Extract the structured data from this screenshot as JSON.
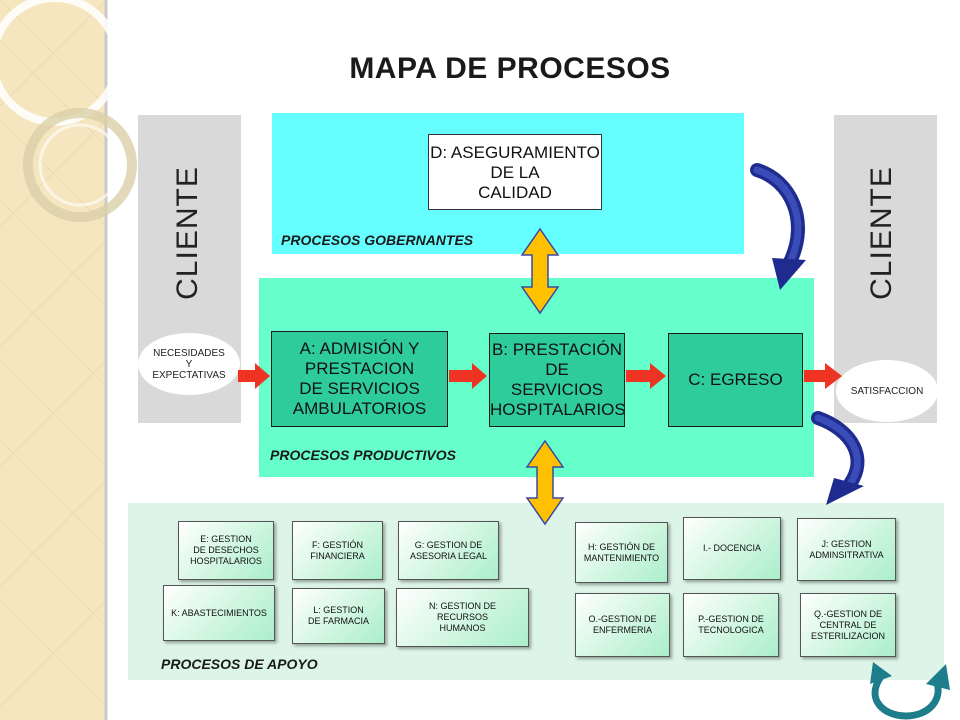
{
  "title": "MAPA DE PROCESOS",
  "client_left": "CLIENTE",
  "client_right": "CLIENTE",
  "gobernantes": {
    "label": "PROCESOS GOBERNANTES",
    "d_box": [
      "D: ASEGURAMIENTO",
      "DE LA",
      "CALIDAD"
    ]
  },
  "productivos": {
    "label": "PROCESOS PRODUCTIVOS",
    "a_box": [
      "A:   ADMISIÓN  Y",
      "PRESTACION",
      "DE SERVICIOS",
      "AMBULATORIOS"
    ],
    "b_box": [
      "B:  PRESTACIÓN",
      "DE",
      "SERVICIOS",
      "HOSPITALARIOS"
    ],
    "c_box": "C: EGRESO"
  },
  "necesidades": [
    "NECESIDADES",
    "Y",
    "EXPECTATIVAS"
  ],
  "satisfaccion": "SATISFACCION",
  "apoyo": {
    "label": "PROCESOS DE APOYO",
    "e": [
      "E: GESTION",
      "DE  DESECHOS",
      "HOSPITALARIOS"
    ],
    "f": [
      "F: GESTIÓN",
      "FINANCIERA"
    ],
    "g": [
      "G: GESTION DE",
      "ASESORIA LEGAL"
    ],
    "h": [
      "H: GESTIÓN DE",
      "MANTENIMIENTO"
    ],
    "i": "I.- DOCENCIA",
    "j": [
      "J: GESTION",
      "ADMINSITRATIVA"
    ],
    "k": "K: ABASTECIMIENTOS",
    "l": [
      "L: GESTION",
      "DE FARMACIA"
    ],
    "n": [
      "N: GESTION DE",
      "RECURSOS",
      "HUMANOS"
    ],
    "o": [
      "O.-GESTION DE",
      "ENFERMERIA"
    ],
    "p": [
      "P.-GESTION DE",
      "TECNOLOGICA"
    ],
    "q": [
      "Q.-GESTION DE",
      "CENTRAL DE",
      "ESTERILIZACION"
    ]
  },
  "colors": {
    "gobernantes_bg": "#66ffff",
    "productivos_bg": "#66ffcc",
    "apoyo_bg": "#ddf5e8",
    "process_box": "#2ecc9b",
    "cliente_bg": "#d9d9d9",
    "flow_arrow": "#ee3322",
    "double_arrow": "#ffc000",
    "curved_arrow": "#1f2b8f"
  }
}
